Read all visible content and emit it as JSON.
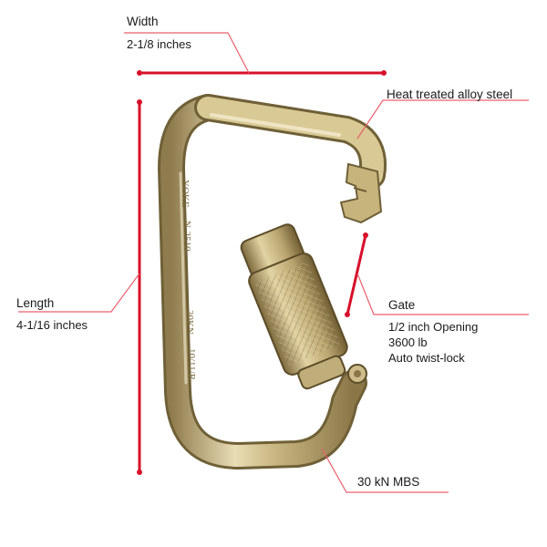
{
  "width": {
    "title": "Width",
    "value": "2-1/8 inches"
  },
  "length": {
    "title": "Length",
    "value": "4-1/16 inches"
  },
  "material": {
    "label": "Heat treated alloy steel"
  },
  "gate": {
    "title": "Gate",
    "opening": "1/2 inch Opening",
    "strength": "3600 lb",
    "lock": "Auto twist-lock"
  },
  "mbs": {
    "label": "30 kN MBS"
  },
  "engraving": {
    "maker": "YOKE",
    "model": "N-2510",
    "rating": "30KN",
    "year": "10/11/R"
  },
  "colors": {
    "accent": "#d7102a",
    "leader": "#e9606c",
    "steel": "#c9b98a"
  }
}
